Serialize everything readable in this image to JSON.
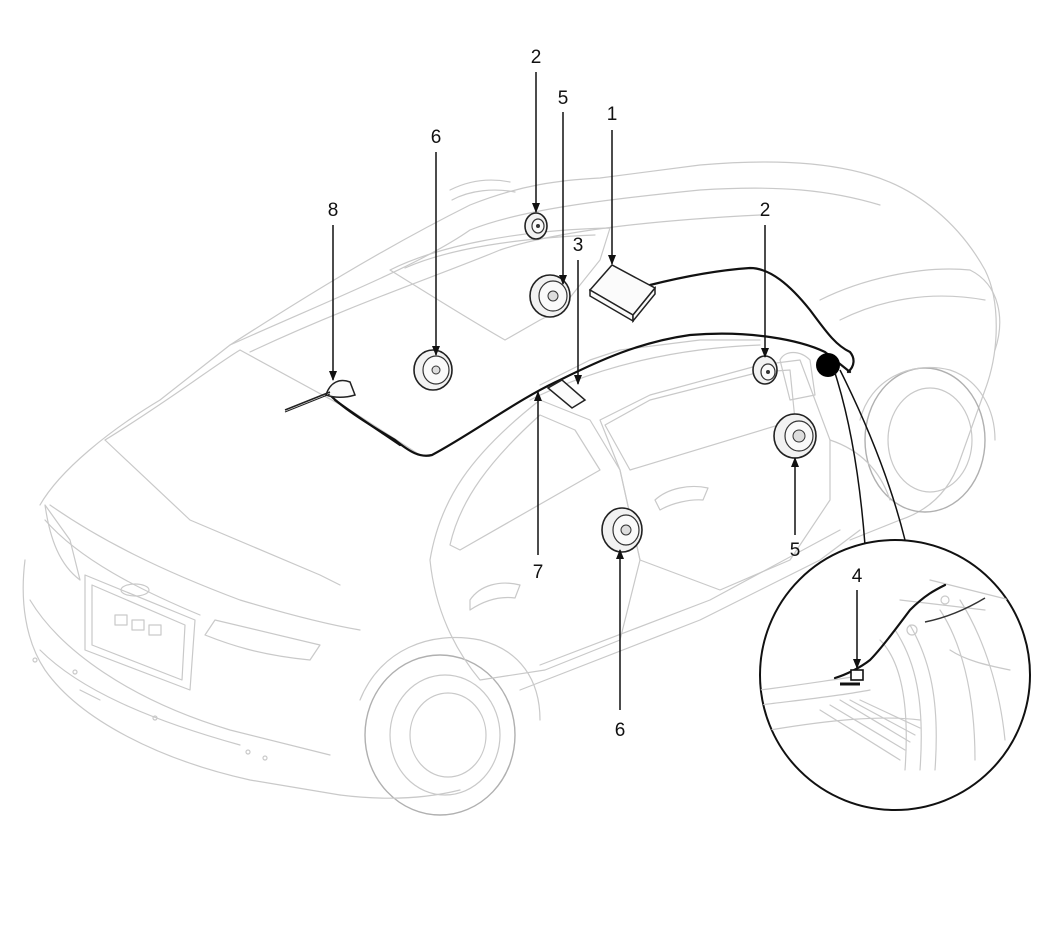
{
  "callouts": {
    "n1": "1",
    "n2a": "2",
    "n2b": "2",
    "n3": "3",
    "n4": "4",
    "n5a": "5",
    "n5b": "5",
    "n6a": "6",
    "n6b": "6",
    "n7": "7",
    "n8": "8"
  },
  "colors": {
    "line_art": "#c9c9c9",
    "parts": "#222222",
    "wiring": "#111111"
  }
}
